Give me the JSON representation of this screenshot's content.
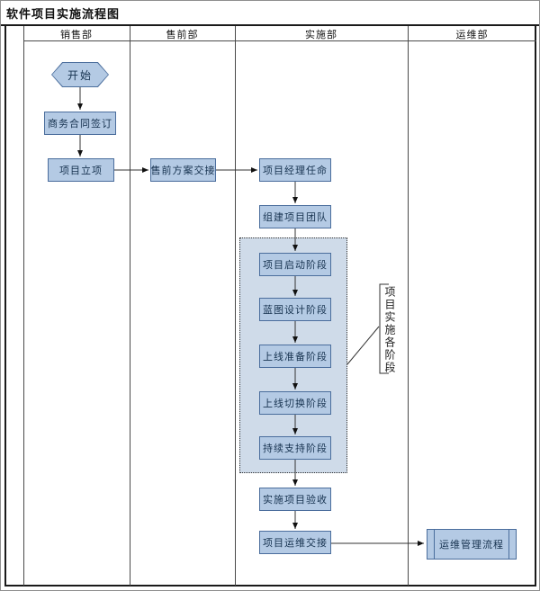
{
  "title": "软件项目实施流程图",
  "lanes": [
    {
      "label": "销售部"
    },
    {
      "label": "售前部"
    },
    {
      "label": "实施部"
    },
    {
      "label": "运维部"
    }
  ],
  "nodes": {
    "start": "开始",
    "contract": "商务合同签订",
    "initiation": "项目立项",
    "presales_handover": "售前方案交接",
    "pm_appointment": "项目经理任命",
    "team_building": "组建项目团队",
    "phase_kickoff": "项目启动阶段",
    "phase_blueprint": "蓝图设计阶段",
    "phase_golive_prep": "上线准备阶段",
    "phase_cutover": "上线切换阶段",
    "phase_support": "持续支持阶段",
    "acceptance": "实施项目验收",
    "om_handover": "项目运维交接",
    "om_process": "运维管理流程"
  },
  "annotation": {
    "bracket_label": "项目实施各阶段"
  },
  "colors": {
    "node_fill": "#b4cae4",
    "node_border": "#4a6d9c",
    "region_fill": "#cfdbe9",
    "node_text": "#16324f",
    "line": "#333333"
  }
}
